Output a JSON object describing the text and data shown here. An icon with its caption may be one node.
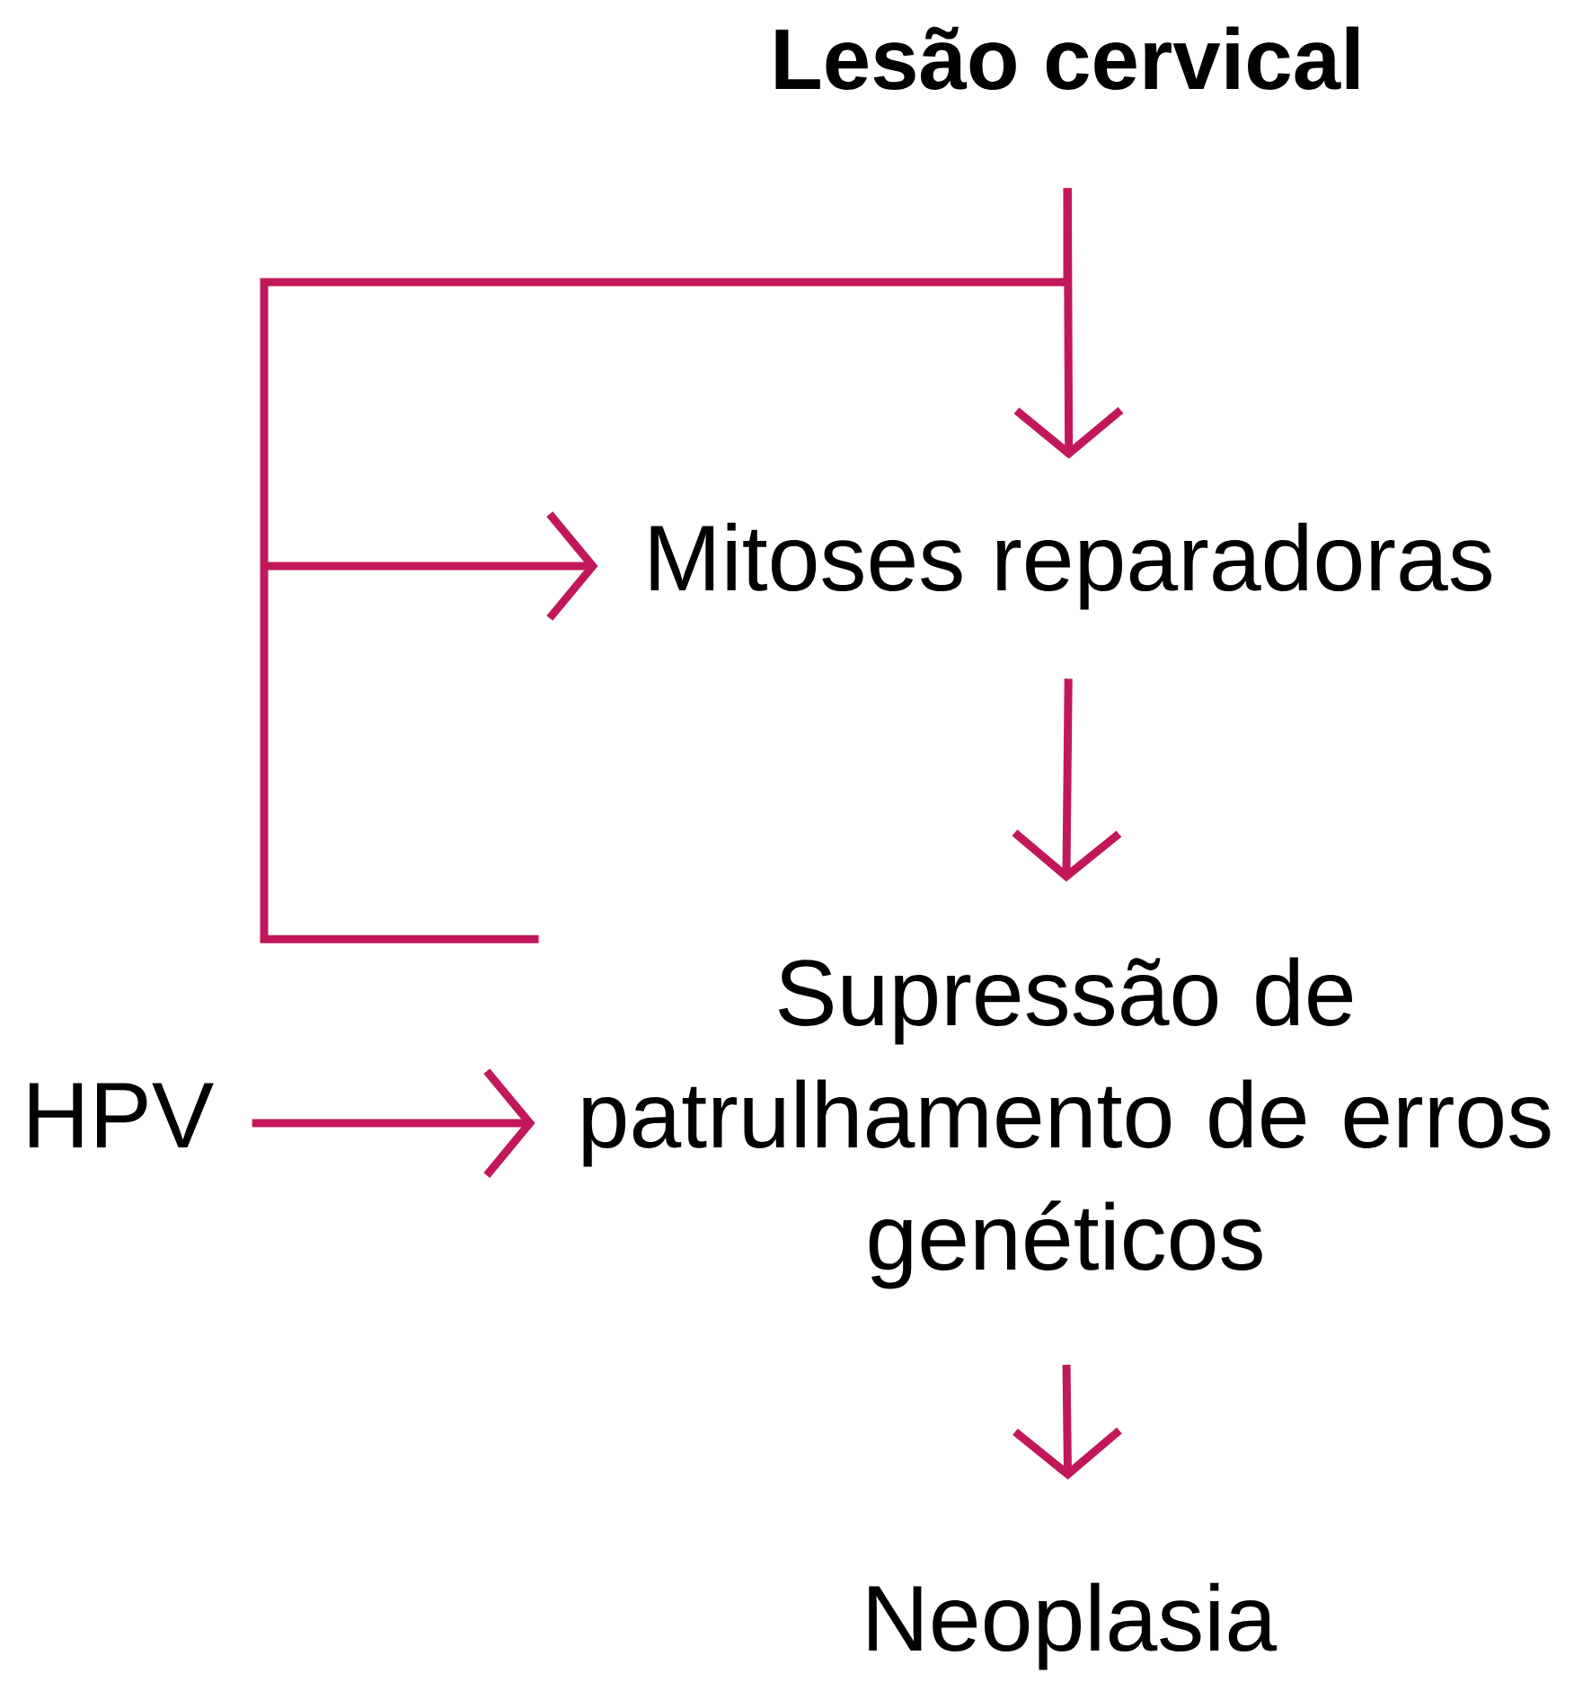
{
  "diagram": {
    "nodes": [
      {
        "text": [
          "Lesão cervical"
        ]
      },
      {
        "text": [
          "Mitoses reparadoras"
        ]
      },
      {
        "text": [
          "Supressão de patrulhamento de erros genéticos"
        ]
      },
      {
        "text": [
          "HPV"
        ]
      },
      {
        "text": [
          "Neoplasia"
        ]
      }
    ],
    "edges": [
      {
        "from": 0,
        "to": 1,
        "arrow": "to"
      },
      {
        "from": 0,
        "to": 1,
        "arrow": "to"
      },
      {
        "from": 2,
        "to": 1,
        "arrow": "to"
      },
      {
        "from": 1,
        "to": 2,
        "arrow": "to"
      },
      {
        "from": 3,
        "to": 2,
        "arrow": "to"
      },
      {
        "from": 2,
        "to": 4,
        "arrow": "to"
      }
    ]
  }
}
